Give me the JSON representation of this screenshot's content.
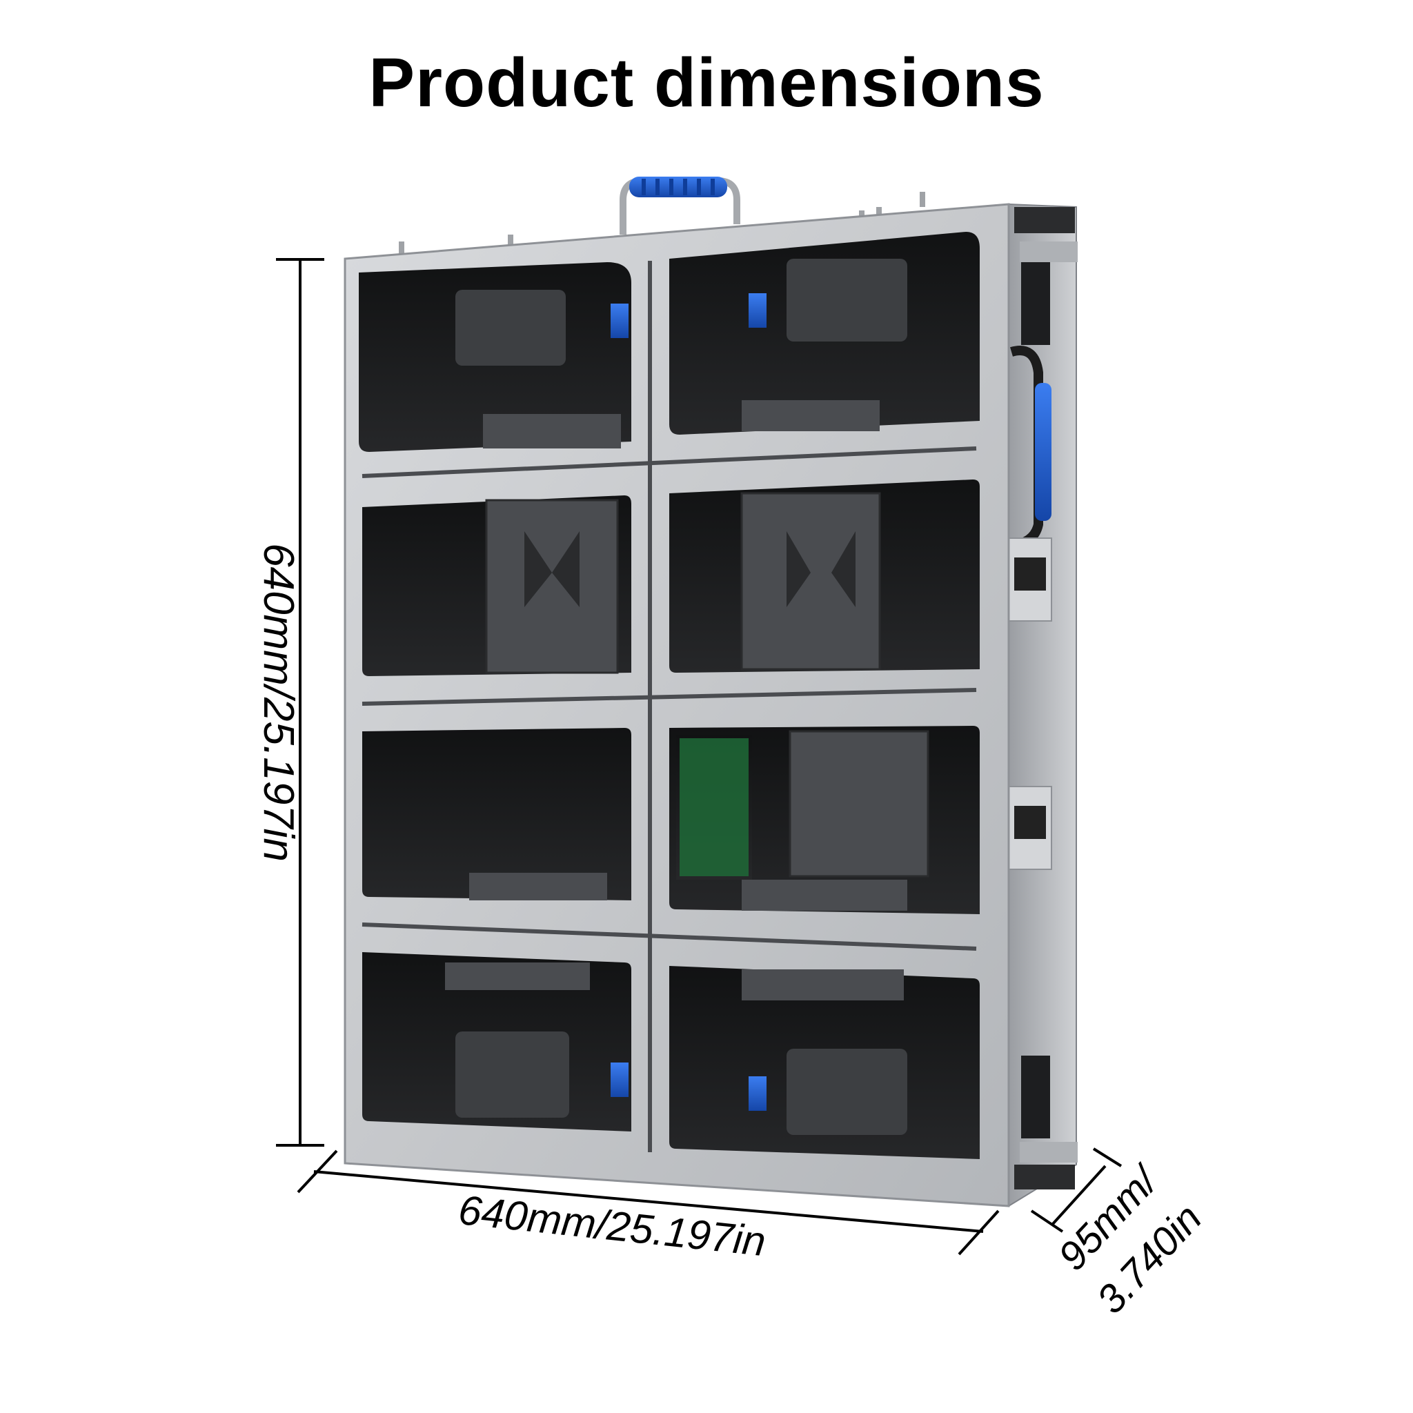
{
  "title": "Product dimensions",
  "dimensions": {
    "height": "640mm/25.197in",
    "width": "640mm/25.197in",
    "depth_line1": "95mm/",
    "depth_line2": "3.740in"
  },
  "colors": {
    "frame": "#c9cbce",
    "frame_edge": "#8e9196",
    "cavity": "#1a1b1d",
    "module": "#3a3c3f",
    "handle_grip": "#1f5fd1",
    "pcb_green": "#1e6a37",
    "dimension_line": "#000000"
  },
  "icons": {
    "handle": "carry-handle-icon",
    "lock": "side-lock-icon"
  }
}
